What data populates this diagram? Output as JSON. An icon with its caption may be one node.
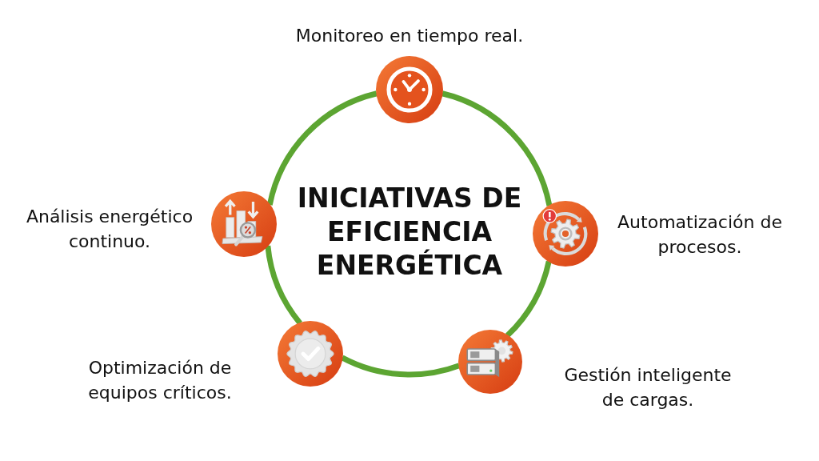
{
  "diagram": {
    "title": "INICIATIVAS DE EFICIENCIA ENERGÉTICA",
    "nodes": [
      {
        "text": [],
        "shape": "circle",
        "beside": [
          "Monitoreo en tiempo real."
        ]
      },
      {
        "text": [],
        "shape": "circle",
        "beside": [
          "Análisis energético continuo."
        ]
      },
      {
        "text": [],
        "shape": "circle",
        "beside": [
          "Automatización de procesos."
        ]
      },
      {
        "text": [],
        "shape": "circle",
        "beside": [
          "Optimización de equipos críticos."
        ]
      },
      {
        "text": [],
        "shape": "circle",
        "beside": [
          "Gestión inteligente de cargas."
        ]
      }
    ],
    "edges": [
      {
        "from": 0,
        "to": 2,
        "arrow": "none"
      },
      {
        "from": 2,
        "to": 4,
        "arrow": "none"
      },
      {
        "from": 4,
        "to": 3,
        "arrow": "none"
      },
      {
        "from": 3,
        "to": 1,
        "arrow": "none"
      },
      {
        "from": 1,
        "to": 0,
        "arrow": "none"
      }
    ]
  }
}
